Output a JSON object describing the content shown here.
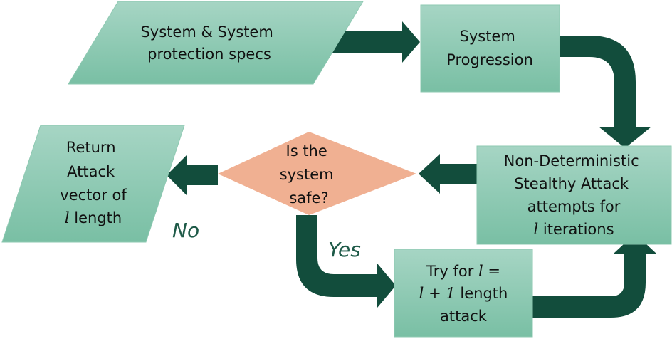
{
  "nodes": {
    "specs": {
      "lines": [
        "System & System",
        "protection specs"
      ]
    },
    "progression": {
      "lines": [
        "System",
        "Progression"
      ]
    },
    "attack": {
      "lines": [
        "Non-Deterministic",
        "Stealthy Attack",
        "attempts for",
        "iterations"
      ],
      "var": "l"
    },
    "decision": {
      "lines": [
        "Is the",
        "system",
        "safe?"
      ]
    },
    "return": {
      "lines": [
        "Return",
        "Attack",
        "vector of",
        "length"
      ],
      "var": "l"
    },
    "try": {
      "line1_prefix": "Try for ",
      "line1_expr": "l =",
      "line2_expr": "l + 1",
      "line2_suffix": " length",
      "line3": "attack"
    }
  },
  "edge_labels": {
    "no": "No",
    "yes": "Yes"
  },
  "colors": {
    "box_top": "#a6d5c4",
    "box_bottom": "#79bfa4",
    "box_stroke": "#8ec9b2",
    "decision_fill": "#f0b092",
    "arrow": "#124d3c",
    "label": "#1e5a48"
  }
}
